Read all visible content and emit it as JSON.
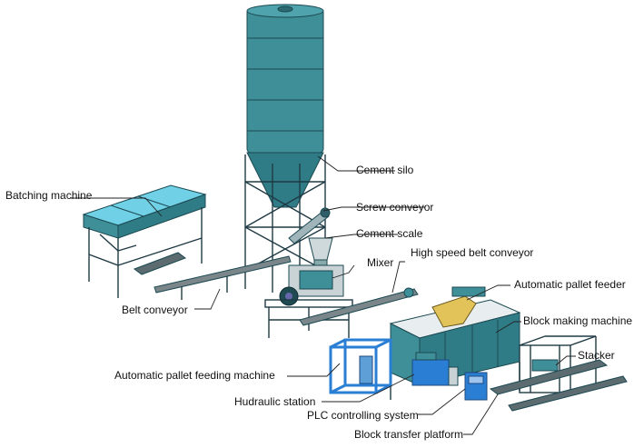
{
  "labels": {
    "cement_silo": "Cement silo",
    "batching_machine": "Batching machine",
    "screw_conveyor": "Screw conveyor",
    "cement_scale": "Cement scale",
    "high_speed_belt_conveyor": "High speed belt conveyor",
    "mixer": "Mixer",
    "automatic_pallet_feeder": "Automatic pallet feeder",
    "belt_conveyor": "Belt conveyor",
    "block_making_machine": "Block making machine",
    "stacker": "Stacker",
    "automatic_pallet_feeding_machine": "Automatic pallet feeding machine",
    "hudraulic_station": "Hudraulic station",
    "plc_controlling_system": "PLC controlling system",
    "block_transfer_platform": "Block transfer platform"
  },
  "colors": {
    "equipment": "#3f8f98",
    "equipment_dark": "#1c4a52",
    "hopper_fill": "#6fd0e6",
    "pallet_blue": "#2a7fd4",
    "hopper_yellow": "#e2c35a"
  }
}
